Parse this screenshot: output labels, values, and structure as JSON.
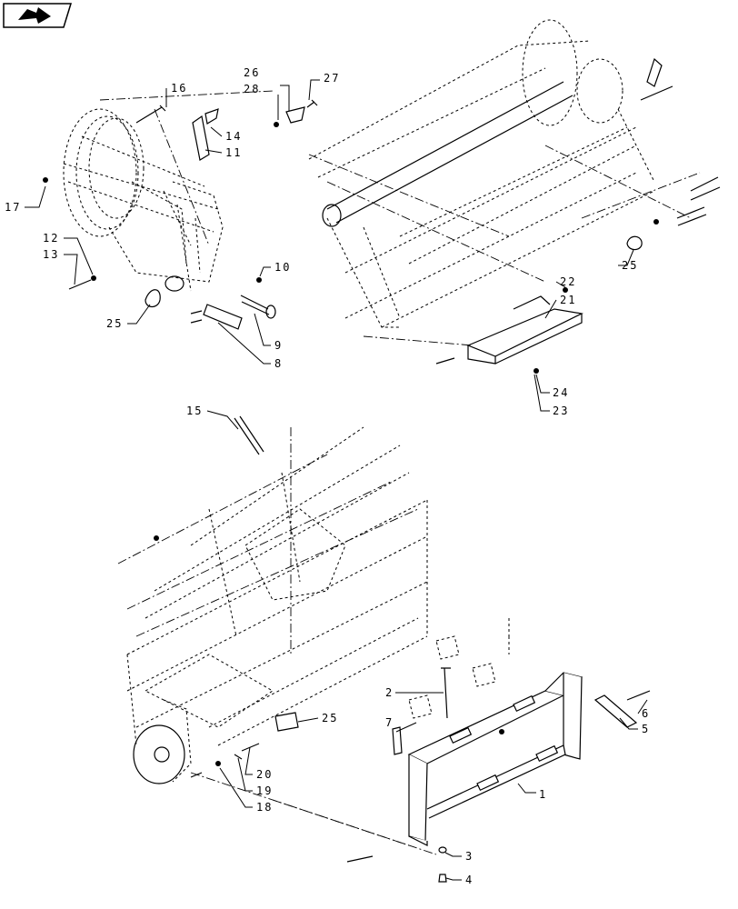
{
  "nav_icon": {
    "name": "book-arrow-icon"
  },
  "callouts": [
    {
      "id": "c1",
      "text": "1"
    },
    {
      "id": "c2",
      "text": "2"
    },
    {
      "id": "c3",
      "text": "3"
    },
    {
      "id": "c4",
      "text": "4"
    },
    {
      "id": "c5",
      "text": "5"
    },
    {
      "id": "c6",
      "text": "6"
    },
    {
      "id": "c7",
      "text": "7"
    },
    {
      "id": "c8",
      "text": "8"
    },
    {
      "id": "c9",
      "text": "9"
    },
    {
      "id": "c10",
      "text": "10"
    },
    {
      "id": "c11",
      "text": "11"
    },
    {
      "id": "c12",
      "text": "12"
    },
    {
      "id": "c13",
      "text": "13"
    },
    {
      "id": "c14",
      "text": "14"
    },
    {
      "id": "c15",
      "text": "15"
    },
    {
      "id": "c16",
      "text": "16"
    },
    {
      "id": "c17",
      "text": "17"
    },
    {
      "id": "c18",
      "text": "18"
    },
    {
      "id": "c19",
      "text": "19"
    },
    {
      "id": "c20",
      "text": "20"
    },
    {
      "id": "c21",
      "text": "21"
    },
    {
      "id": "c22",
      "text": "22"
    },
    {
      "id": "c23",
      "text": "23"
    },
    {
      "id": "c24",
      "text": "24"
    },
    {
      "id": "c25a",
      "text": "25"
    },
    {
      "id": "c25b",
      "text": "25"
    },
    {
      "id": "c25c",
      "text": "25"
    },
    {
      "id": "c26",
      "text": "26"
    },
    {
      "id": "c27",
      "text": "27"
    },
    {
      "id": "c28",
      "text": "28"
    }
  ]
}
